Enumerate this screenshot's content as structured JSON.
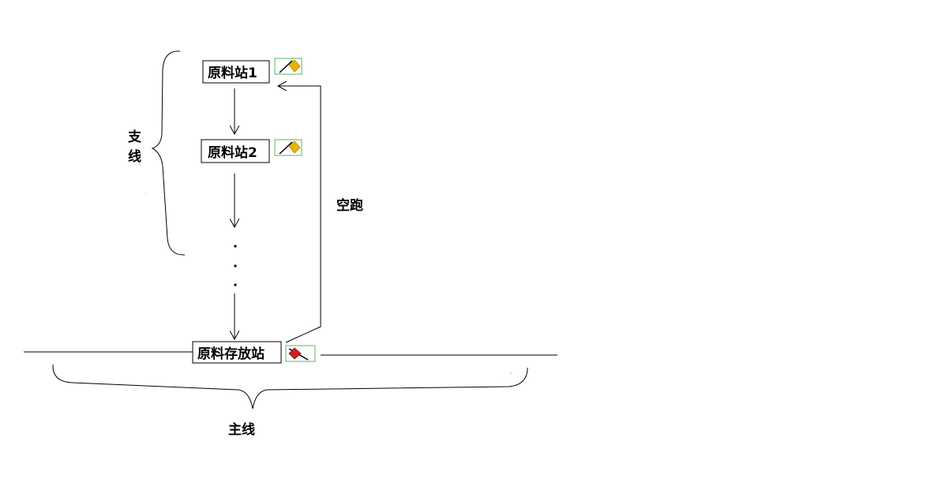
{
  "stations": {
    "station1": {
      "label": "原料站1",
      "flag_color": "#e8b400"
    },
    "station2": {
      "label": "原料站2",
      "flag_color": "#e8b400"
    },
    "storage": {
      "label": "原料存放站",
      "flag_color": "#cc1f1f"
    }
  },
  "labels": {
    "branch": "支线",
    "branch_char1": "支",
    "branch_char2": "线",
    "empty_run": "空跑",
    "main_line": "主线"
  },
  "colors": {
    "flag_border": "#55b855",
    "line": "#000000"
  }
}
